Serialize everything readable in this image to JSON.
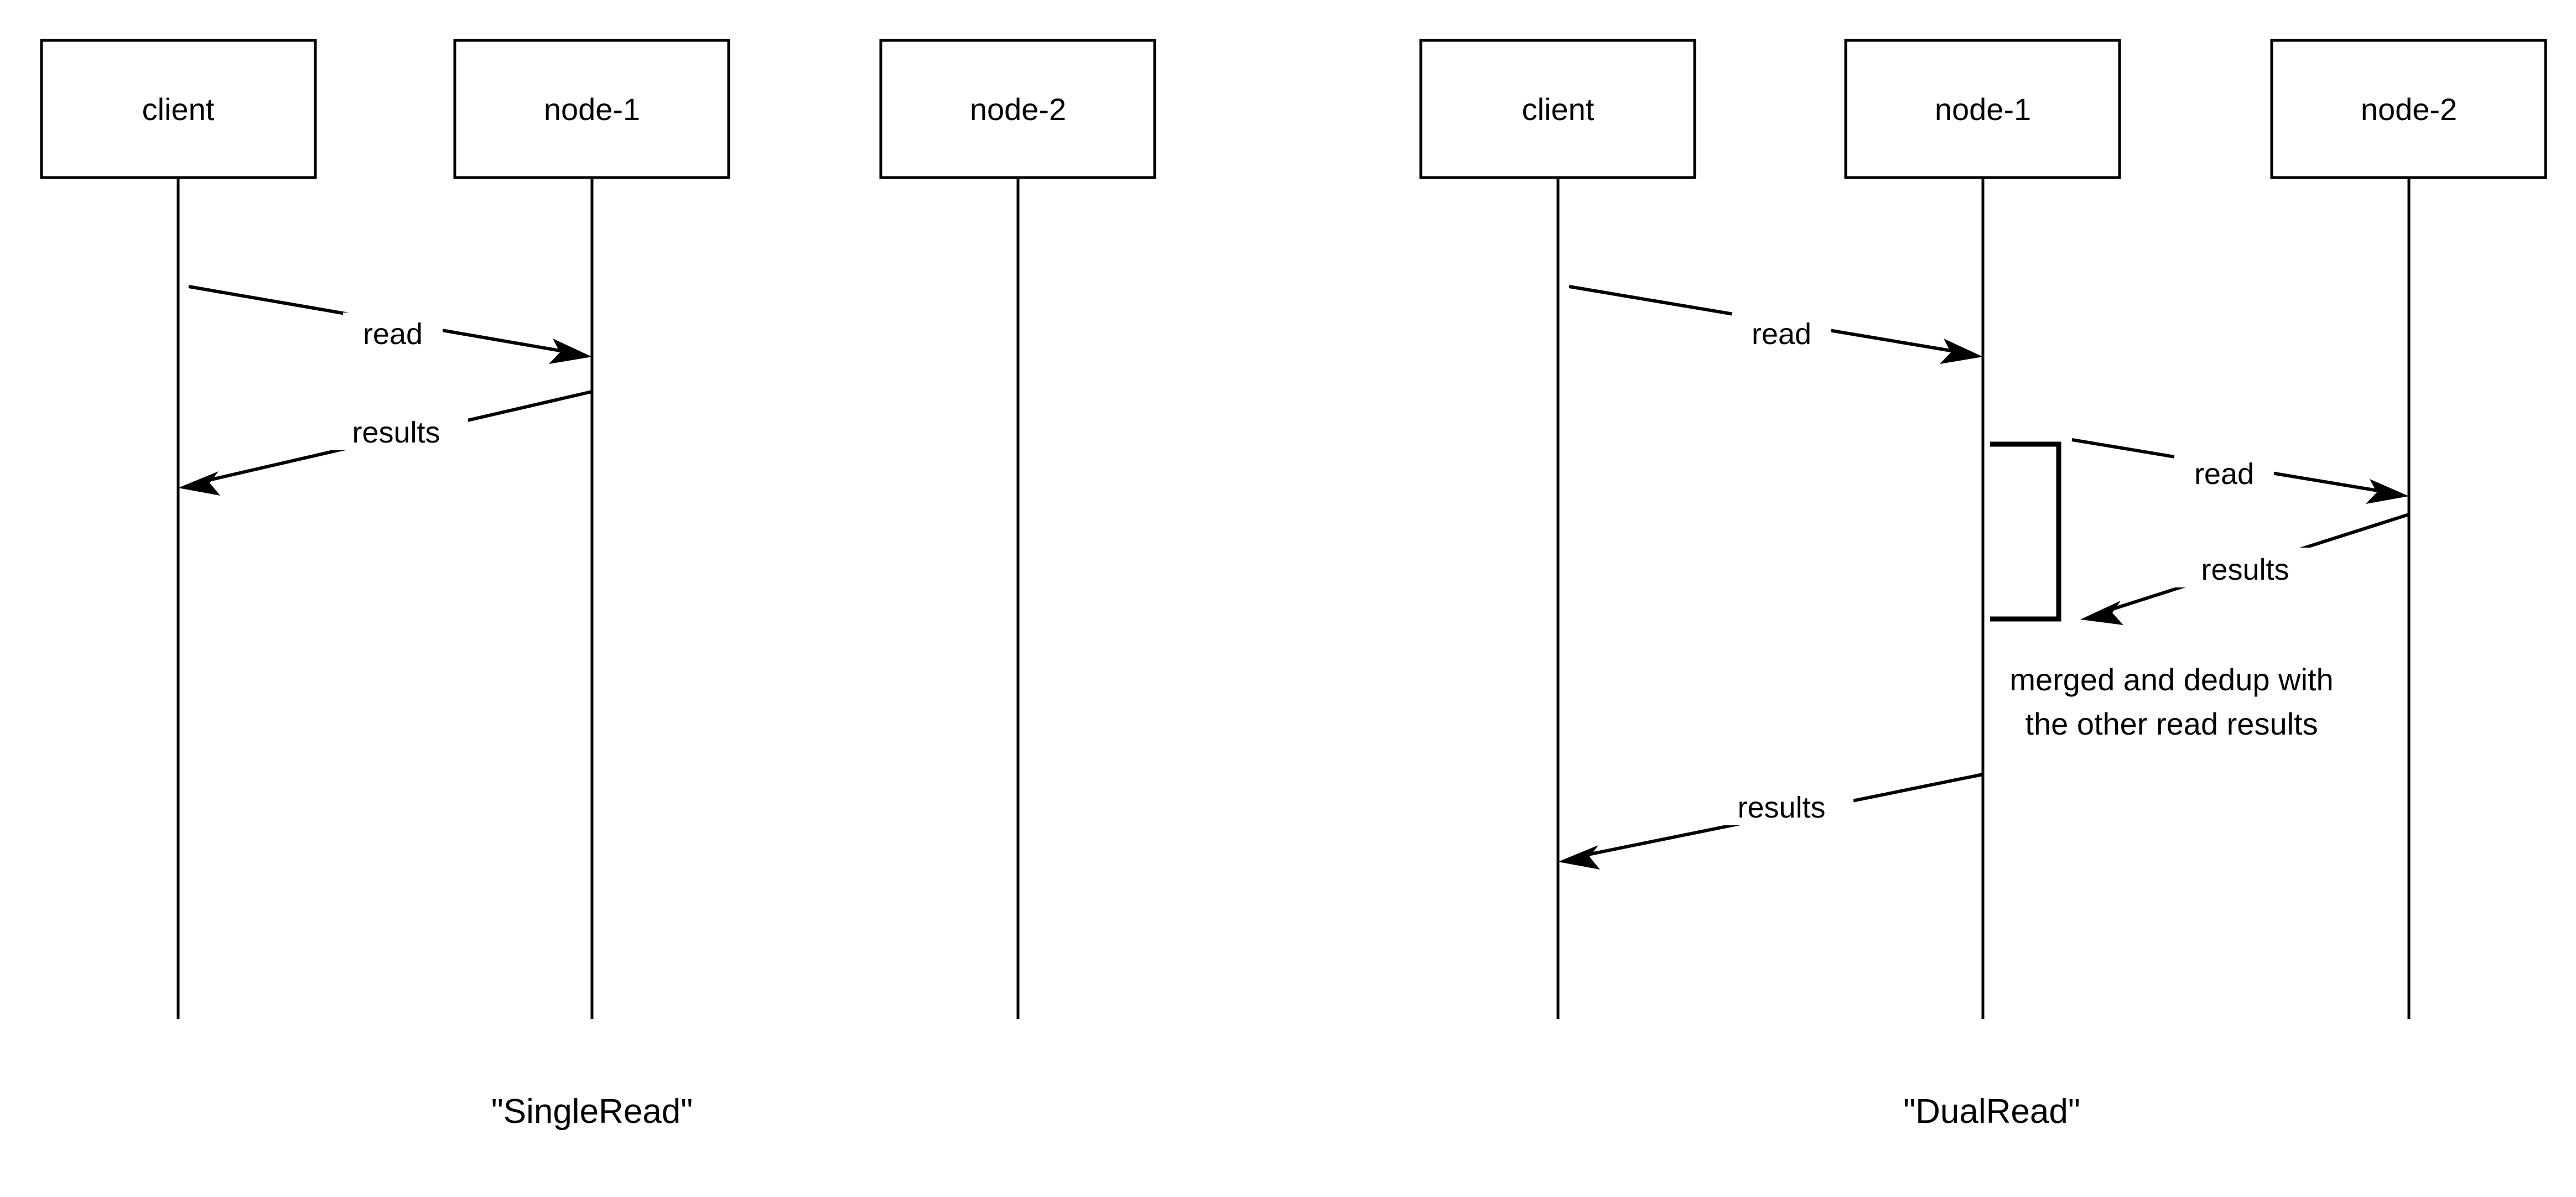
{
  "diagrams": [
    {
      "caption": "\"SingleRead\"",
      "participants": [
        {
          "label": "client"
        },
        {
          "label": "node-1"
        },
        {
          "label": "node-2"
        }
      ],
      "messages": [
        {
          "label": "read"
        },
        {
          "label": "results"
        }
      ],
      "notes": []
    },
    {
      "caption": "\"DualRead\"",
      "participants": [
        {
          "label": "client"
        },
        {
          "label": "node-1"
        },
        {
          "label": "node-2"
        }
      ],
      "messages": [
        {
          "label": "read"
        },
        {
          "label": "read"
        },
        {
          "label": "results"
        },
        {
          "label": "results"
        }
      ],
      "notes": [
        {
          "line1": "merged and dedup with",
          "line2": "the other read results"
        }
      ]
    }
  ],
  "colors": {
    "stroke": "#000000",
    "background": "#ffffff",
    "text": "#000000"
  }
}
